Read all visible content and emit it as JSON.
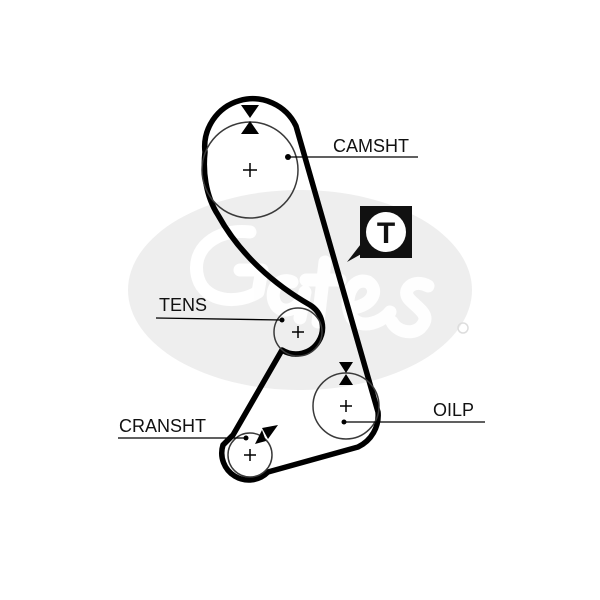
{
  "labels": {
    "camshaft": "CAMSHT",
    "tensioner": "TENS",
    "crankshaft": "CRANSHT",
    "oil_pump": "OILP"
  },
  "tensioner_badge": {
    "letter": "T"
  },
  "colors": {
    "belt": "#000000",
    "pulley": "#3a3a3a",
    "watermark": "#eeeeee",
    "badge_bg": "#111111",
    "badge_fg": "#ffffff",
    "text": "#111111"
  },
  "icons": {
    "watermark": "gates-logo-watermark",
    "timing_mark": "triangle-timing-mark",
    "tensioner": "tensioner-badge-icon"
  }
}
